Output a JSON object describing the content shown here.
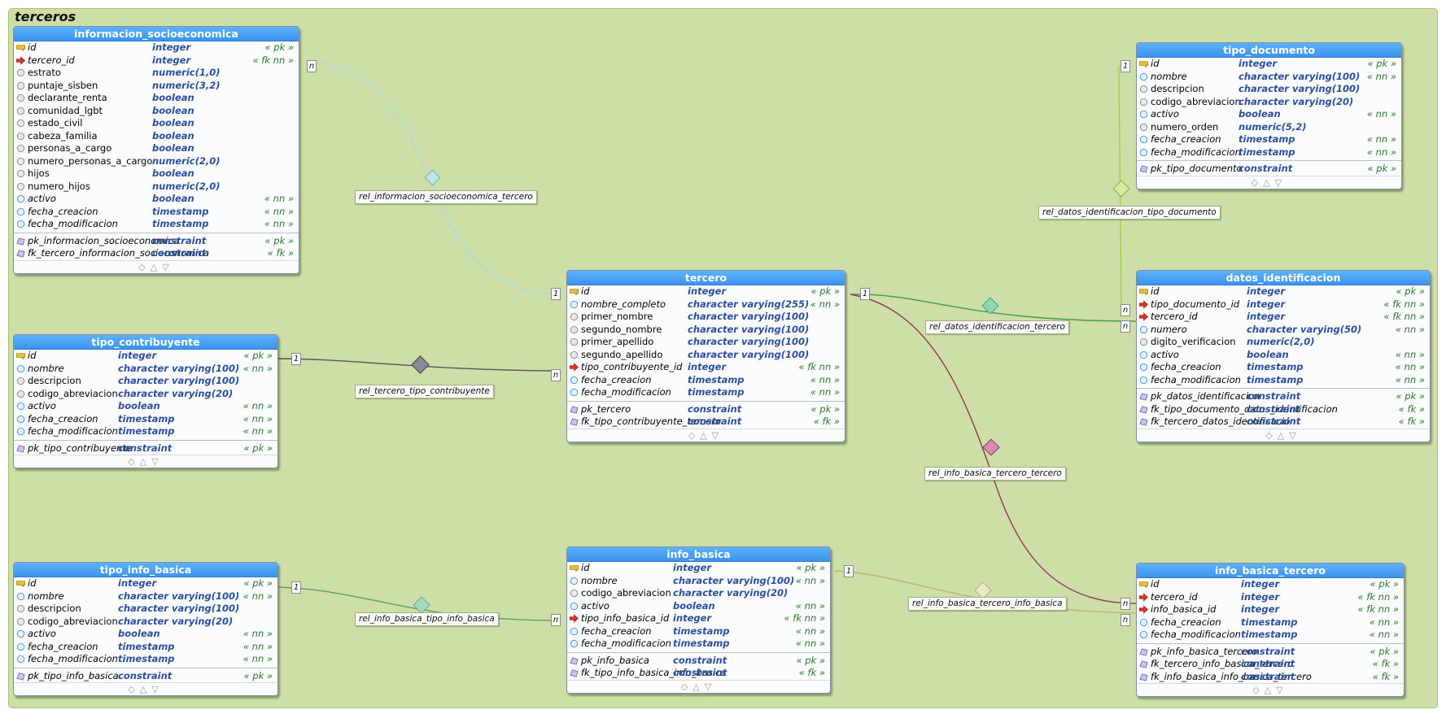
{
  "schema": {
    "title": "terceros"
  },
  "colors": {
    "header": "#3d93ec",
    "pk": "#e8c22a",
    "fk": "#d9342a",
    "rel_bg": "#cddea6"
  },
  "tables": {
    "informacion_socioeconomica": {
      "title": "informacion_socioeconomica",
      "columns": [
        {
          "name": "id",
          "type": "integer",
          "tag": "« pk »",
          "icon": "key-icon",
          "italic": true
        },
        {
          "name": "tercero_id",
          "type": "integer",
          "tag": "« fk nn »",
          "icon": "fk-arrow-icon",
          "italic": true
        },
        {
          "name": "estrato",
          "type": "numeric(1,0)",
          "tag": "",
          "icon": "column-icon",
          "italic": false
        },
        {
          "name": "puntaje_sisben",
          "type": "numeric(3,2)",
          "tag": "",
          "icon": "column-icon",
          "italic": false
        },
        {
          "name": "declarante_renta",
          "type": "boolean",
          "tag": "",
          "icon": "column-icon",
          "italic": false
        },
        {
          "name": "comunidad_lgbt",
          "type": "boolean",
          "tag": "",
          "icon": "column-icon",
          "italic": false
        },
        {
          "name": "estado_civil",
          "type": "boolean",
          "tag": "",
          "icon": "column-icon",
          "italic": false
        },
        {
          "name": "cabeza_familia",
          "type": "boolean",
          "tag": "",
          "icon": "column-icon",
          "italic": false
        },
        {
          "name": "personas_a_cargo",
          "type": "boolean",
          "tag": "",
          "icon": "column-icon",
          "italic": false
        },
        {
          "name": "numero_personas_a_cargo",
          "type": "numeric(2,0)",
          "tag": "",
          "icon": "column-icon",
          "italic": false
        },
        {
          "name": "hijos",
          "type": "boolean",
          "tag": "",
          "icon": "column-icon",
          "italic": false
        },
        {
          "name": "numero_hijos",
          "type": "numeric(2,0)",
          "tag": "",
          "icon": "column-icon",
          "italic": false
        },
        {
          "name": "activo",
          "type": "boolean",
          "tag": "« nn »",
          "icon": "nn-column-icon",
          "italic": true
        },
        {
          "name": "fecha_creacion",
          "type": "timestamp",
          "tag": "« nn »",
          "icon": "nn-column-icon",
          "italic": true
        },
        {
          "name": "fecha_modificacion",
          "type": "timestamp",
          "tag": "« nn »",
          "icon": "nn-column-icon",
          "italic": true
        }
      ],
      "constraints": [
        {
          "name": "pk_informacion_socioeconomica",
          "type": "constraint",
          "tag": "« pk »"
        },
        {
          "name": "fk_tercero_informacion_socieconomica",
          "type": "constraint",
          "tag": "« fk »"
        }
      ]
    },
    "tipo_contribuyente": {
      "title": "tipo_contribuyente",
      "columns": [
        {
          "name": "id",
          "type": "integer",
          "tag": "« pk »",
          "icon": "key-icon",
          "italic": true
        },
        {
          "name": "nombre",
          "type": "character varying(100)",
          "tag": "« nn »",
          "icon": "nn-column-icon",
          "italic": true
        },
        {
          "name": "descripcion",
          "type": "character varying(100)",
          "tag": "",
          "icon": "column-icon",
          "italic": false
        },
        {
          "name": "codigo_abreviacion",
          "type": "character varying(20)",
          "tag": "",
          "icon": "column-icon",
          "italic": false
        },
        {
          "name": "activo",
          "type": "boolean",
          "tag": "« nn »",
          "icon": "nn-column-icon",
          "italic": true
        },
        {
          "name": "fecha_creacion",
          "type": "timestamp",
          "tag": "« nn »",
          "icon": "nn-column-icon",
          "italic": true
        },
        {
          "name": "fecha_modificacion",
          "type": "timestamp",
          "tag": "« nn »",
          "icon": "nn-column-icon",
          "italic": true
        }
      ],
      "constraints": [
        {
          "name": "pk_tipo_contribuyente",
          "type": "constraint",
          "tag": "« pk »"
        }
      ]
    },
    "tipo_info_basica": {
      "title": "tipo_info_basica",
      "columns": [
        {
          "name": "id",
          "type": "integer",
          "tag": "« pk »",
          "icon": "key-icon",
          "italic": true
        },
        {
          "name": "nombre",
          "type": "character varying(100)",
          "tag": "« nn »",
          "icon": "nn-column-icon",
          "italic": true
        },
        {
          "name": "descripcion",
          "type": "character varying(100)",
          "tag": "",
          "icon": "column-icon",
          "italic": false
        },
        {
          "name": "codigo_abreviacion",
          "type": "character varying(20)",
          "tag": "",
          "icon": "column-icon",
          "italic": false
        },
        {
          "name": "activo",
          "type": "boolean",
          "tag": "« nn »",
          "icon": "nn-column-icon",
          "italic": true
        },
        {
          "name": "fecha_creacion",
          "type": "timestamp",
          "tag": "« nn »",
          "icon": "nn-column-icon",
          "italic": true
        },
        {
          "name": "fecha_modificacion",
          "type": "timestamp",
          "tag": "« nn »",
          "icon": "nn-column-icon",
          "italic": true
        }
      ],
      "constraints": [
        {
          "name": "pk_tipo_info_basica",
          "type": "constraint",
          "tag": "« pk »"
        }
      ]
    },
    "tercero": {
      "title": "tercero",
      "columns": [
        {
          "name": "id",
          "type": "integer",
          "tag": "« pk »",
          "icon": "key-icon",
          "italic": true
        },
        {
          "name": "nombre_completo",
          "type": "character varying(255)",
          "tag": "« nn »",
          "icon": "nn-column-icon",
          "italic": true
        },
        {
          "name": "primer_nombre",
          "type": "character varying(100)",
          "tag": "",
          "icon": "column-icon",
          "italic": false
        },
        {
          "name": "segundo_nombre",
          "type": "character varying(100)",
          "tag": "",
          "icon": "column-icon",
          "italic": false
        },
        {
          "name": "primer_apellido",
          "type": "character varying(100)",
          "tag": "",
          "icon": "column-icon",
          "italic": false
        },
        {
          "name": "segundo_apellido",
          "type": "character varying(100)",
          "tag": "",
          "icon": "column-icon",
          "italic": false
        },
        {
          "name": "tipo_contribuyente_id",
          "type": "integer",
          "tag": "« fk nn »",
          "icon": "fk-arrow-icon",
          "italic": true
        },
        {
          "name": "fecha_creacion",
          "type": "timestamp",
          "tag": "« nn »",
          "icon": "nn-column-icon",
          "italic": true
        },
        {
          "name": "fecha_modificacion",
          "type": "timestamp",
          "tag": "« nn »",
          "icon": "nn-column-icon",
          "italic": true
        }
      ],
      "constraints": [
        {
          "name": "pk_tercero",
          "type": "constraint",
          "tag": "« pk »"
        },
        {
          "name": "fk_tipo_contribuyente_tercero",
          "type": "constraint",
          "tag": "« fk »"
        }
      ]
    },
    "info_basica": {
      "title": "info_basica",
      "columns": [
        {
          "name": "id",
          "type": "integer",
          "tag": "« pk »",
          "icon": "key-icon",
          "italic": true
        },
        {
          "name": "nombre",
          "type": "character varying(100)",
          "tag": "« nn »",
          "icon": "nn-column-icon",
          "italic": true
        },
        {
          "name": "codigo_abreviacion",
          "type": "character varying(20)",
          "tag": "",
          "icon": "column-icon",
          "italic": false
        },
        {
          "name": "activo",
          "type": "boolean",
          "tag": "« nn »",
          "icon": "nn-column-icon",
          "italic": true
        },
        {
          "name": "tipo_info_basica_id",
          "type": "integer",
          "tag": "« fk nn »",
          "icon": "fk-arrow-icon",
          "italic": true
        },
        {
          "name": "fecha_creacion",
          "type": "timestamp",
          "tag": "« nn »",
          "icon": "nn-column-icon",
          "italic": true
        },
        {
          "name": "fecha_modificacion",
          "type": "timestamp",
          "tag": "« nn »",
          "icon": "nn-column-icon",
          "italic": true
        }
      ],
      "constraints": [
        {
          "name": "pk_info_basica",
          "type": "constraint",
          "tag": "« pk »"
        },
        {
          "name": "fk_tipo_info_basica_info_basica",
          "type": "constraint",
          "tag": "« fk »"
        }
      ]
    },
    "tipo_documento": {
      "title": "tipo_documento",
      "columns": [
        {
          "name": "id",
          "type": "integer",
          "tag": "« pk »",
          "icon": "key-icon",
          "italic": true
        },
        {
          "name": "nombre",
          "type": "character varying(100)",
          "tag": "« nn »",
          "icon": "nn-column-icon",
          "italic": true
        },
        {
          "name": "descripcion",
          "type": "character varying(100)",
          "tag": "",
          "icon": "column-icon",
          "italic": false
        },
        {
          "name": "codigo_abreviacion",
          "type": "character varying(20)",
          "tag": "",
          "icon": "column-icon",
          "italic": false
        },
        {
          "name": "activo",
          "type": "boolean",
          "tag": "« nn »",
          "icon": "nn-column-icon",
          "italic": true
        },
        {
          "name": "numero_orden",
          "type": "numeric(5,2)",
          "tag": "",
          "icon": "column-icon",
          "italic": false
        },
        {
          "name": "fecha_creacion",
          "type": "timestamp",
          "tag": "« nn »",
          "icon": "nn-column-icon",
          "italic": true
        },
        {
          "name": "fecha_modificacion",
          "type": "timestamp",
          "tag": "« nn »",
          "icon": "nn-column-icon",
          "italic": true
        }
      ],
      "constraints": [
        {
          "name": "pk_tipo_documento",
          "type": "constraint",
          "tag": "« pk »"
        }
      ]
    },
    "datos_identificacion": {
      "title": "datos_identificacion",
      "columns": [
        {
          "name": "id",
          "type": "integer",
          "tag": "« pk »",
          "icon": "key-icon",
          "italic": true
        },
        {
          "name": "tipo_documento_id",
          "type": "integer",
          "tag": "« fk nn »",
          "icon": "fk-arrow-icon",
          "italic": true
        },
        {
          "name": "tercero_id",
          "type": "integer",
          "tag": "« fk nn »",
          "icon": "fk-arrow-icon",
          "italic": true
        },
        {
          "name": "numero",
          "type": "character varying(50)",
          "tag": "« nn »",
          "icon": "nn-column-icon",
          "italic": true
        },
        {
          "name": "digito_verificacion",
          "type": "numeric(2,0)",
          "tag": "",
          "icon": "column-icon",
          "italic": false
        },
        {
          "name": "activo",
          "type": "boolean",
          "tag": "« nn »",
          "icon": "nn-column-icon",
          "italic": true
        },
        {
          "name": "fecha_creacion",
          "type": "timestamp",
          "tag": "« nn »",
          "icon": "nn-column-icon",
          "italic": true
        },
        {
          "name": "fecha_modificacion",
          "type": "timestamp",
          "tag": "« nn »",
          "icon": "nn-column-icon",
          "italic": true
        }
      ],
      "constraints": [
        {
          "name": "pk_datos_identificacion",
          "type": "constraint",
          "tag": "« pk »"
        },
        {
          "name": "fk_tipo_documento_datos_identificacion",
          "type": "constraint",
          "tag": "« fk »"
        },
        {
          "name": "fk_tercero_datos_identificacion",
          "type": "constraint",
          "tag": "« fk »"
        }
      ]
    },
    "info_basica_tercero": {
      "title": "info_basica_tercero",
      "columns": [
        {
          "name": "id",
          "type": "integer",
          "tag": "« pk »",
          "icon": "key-icon",
          "italic": true
        },
        {
          "name": "tercero_id",
          "type": "integer",
          "tag": "« fk nn »",
          "icon": "fk-arrow-icon",
          "italic": true
        },
        {
          "name": "info_basica_id",
          "type": "integer",
          "tag": "« fk nn »",
          "icon": "fk-arrow-icon",
          "italic": true
        },
        {
          "name": "fecha_creacion",
          "type": "timestamp",
          "tag": "« nn »",
          "icon": "nn-column-icon",
          "italic": true
        },
        {
          "name": "fecha_modificacion",
          "type": "timestamp",
          "tag": "« nn »",
          "icon": "nn-column-icon",
          "italic": true
        }
      ],
      "constraints": [
        {
          "name": "pk_info_basica_tercero",
          "type": "constraint",
          "tag": "« pk »"
        },
        {
          "name": "fk_tercero_info_basica_tercero",
          "type": "constraint",
          "tag": "« fk »"
        },
        {
          "name": "fk_info_basica_info_basica_tercero",
          "type": "constraint",
          "tag": "« fk »"
        }
      ]
    }
  },
  "relations": {
    "rel_informacion_socioeconomica_tercero": "rel_informacion_socioeconomica_tercero",
    "rel_tercero_tipo_contribuyente": "rel_tercero_tipo_contribuyente",
    "rel_info_basica_tipo_info_basica": "rel_info_basica_tipo_info_basica",
    "rel_datos_identificacion_tipo_documento": "rel_datos_identificacion_tipo_documento",
    "rel_datos_identificacion_tercero": "rel_datos_identificacion_tercero",
    "rel_info_basica_tercero_tercero": "rel_info_basica_tercero_tercero",
    "rel_info_basica_tercero_info_basica": "rel_info_basica_tercero_info_basica"
  },
  "cardinality": {
    "one": "1",
    "many": "n"
  }
}
